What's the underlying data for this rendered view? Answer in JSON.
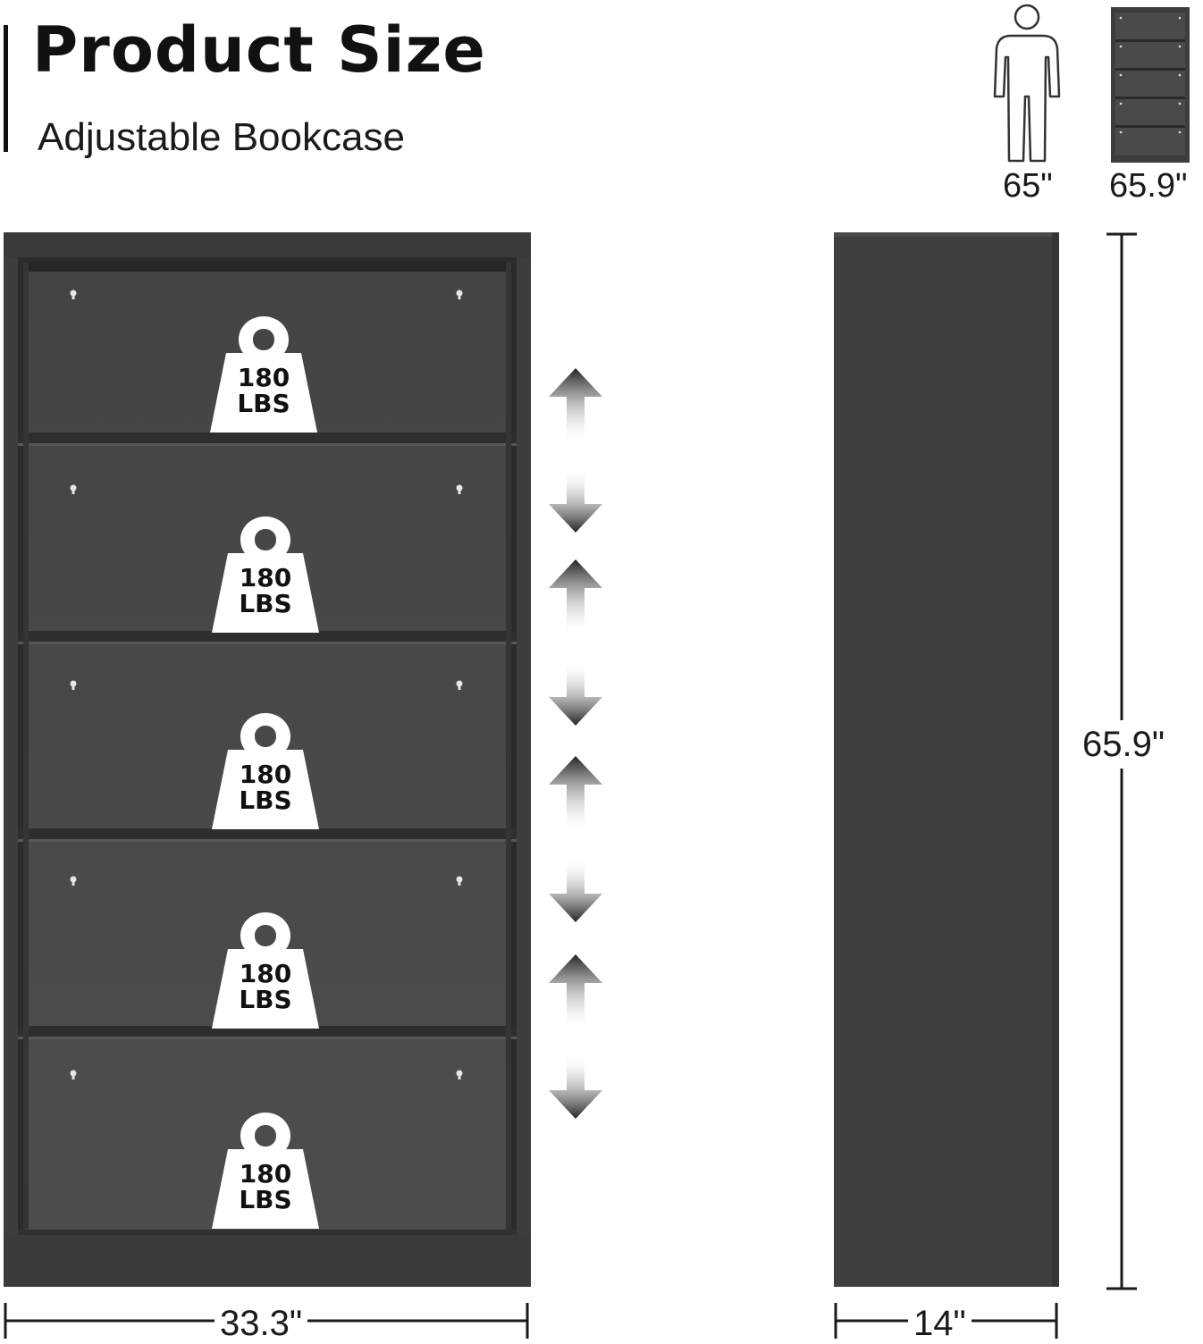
{
  "header": {
    "title": "Product Size",
    "subtitle": "Adjustable Bookcase"
  },
  "comparison": {
    "person_icon": "person-silhouette-icon",
    "bookcase_icon": "bookcase-thumbnail-icon",
    "person_height": "65\"",
    "bookcase_height": "65.9\""
  },
  "shelves": [
    {
      "capacity": "180",
      "unit": "LBS",
      "icon": "weight-icon"
    },
    {
      "capacity": "180",
      "unit": "LBS",
      "icon": "weight-icon"
    },
    {
      "capacity": "180",
      "unit": "LBS",
      "icon": "weight-icon"
    },
    {
      "capacity": "180",
      "unit": "LBS",
      "icon": "weight-icon"
    },
    {
      "capacity": "180",
      "unit": "LBS",
      "icon": "weight-icon"
    }
  ],
  "adjust_icon": "up-down-arrow-icon",
  "dimensions": {
    "width": "33.3\"",
    "depth": "14\"",
    "height": "65.9\""
  },
  "colors": {
    "cabinet": "#3d3d3d",
    "interior": "#4a4a4a",
    "shelf": "#2e2e2e",
    "text": "#111111"
  }
}
